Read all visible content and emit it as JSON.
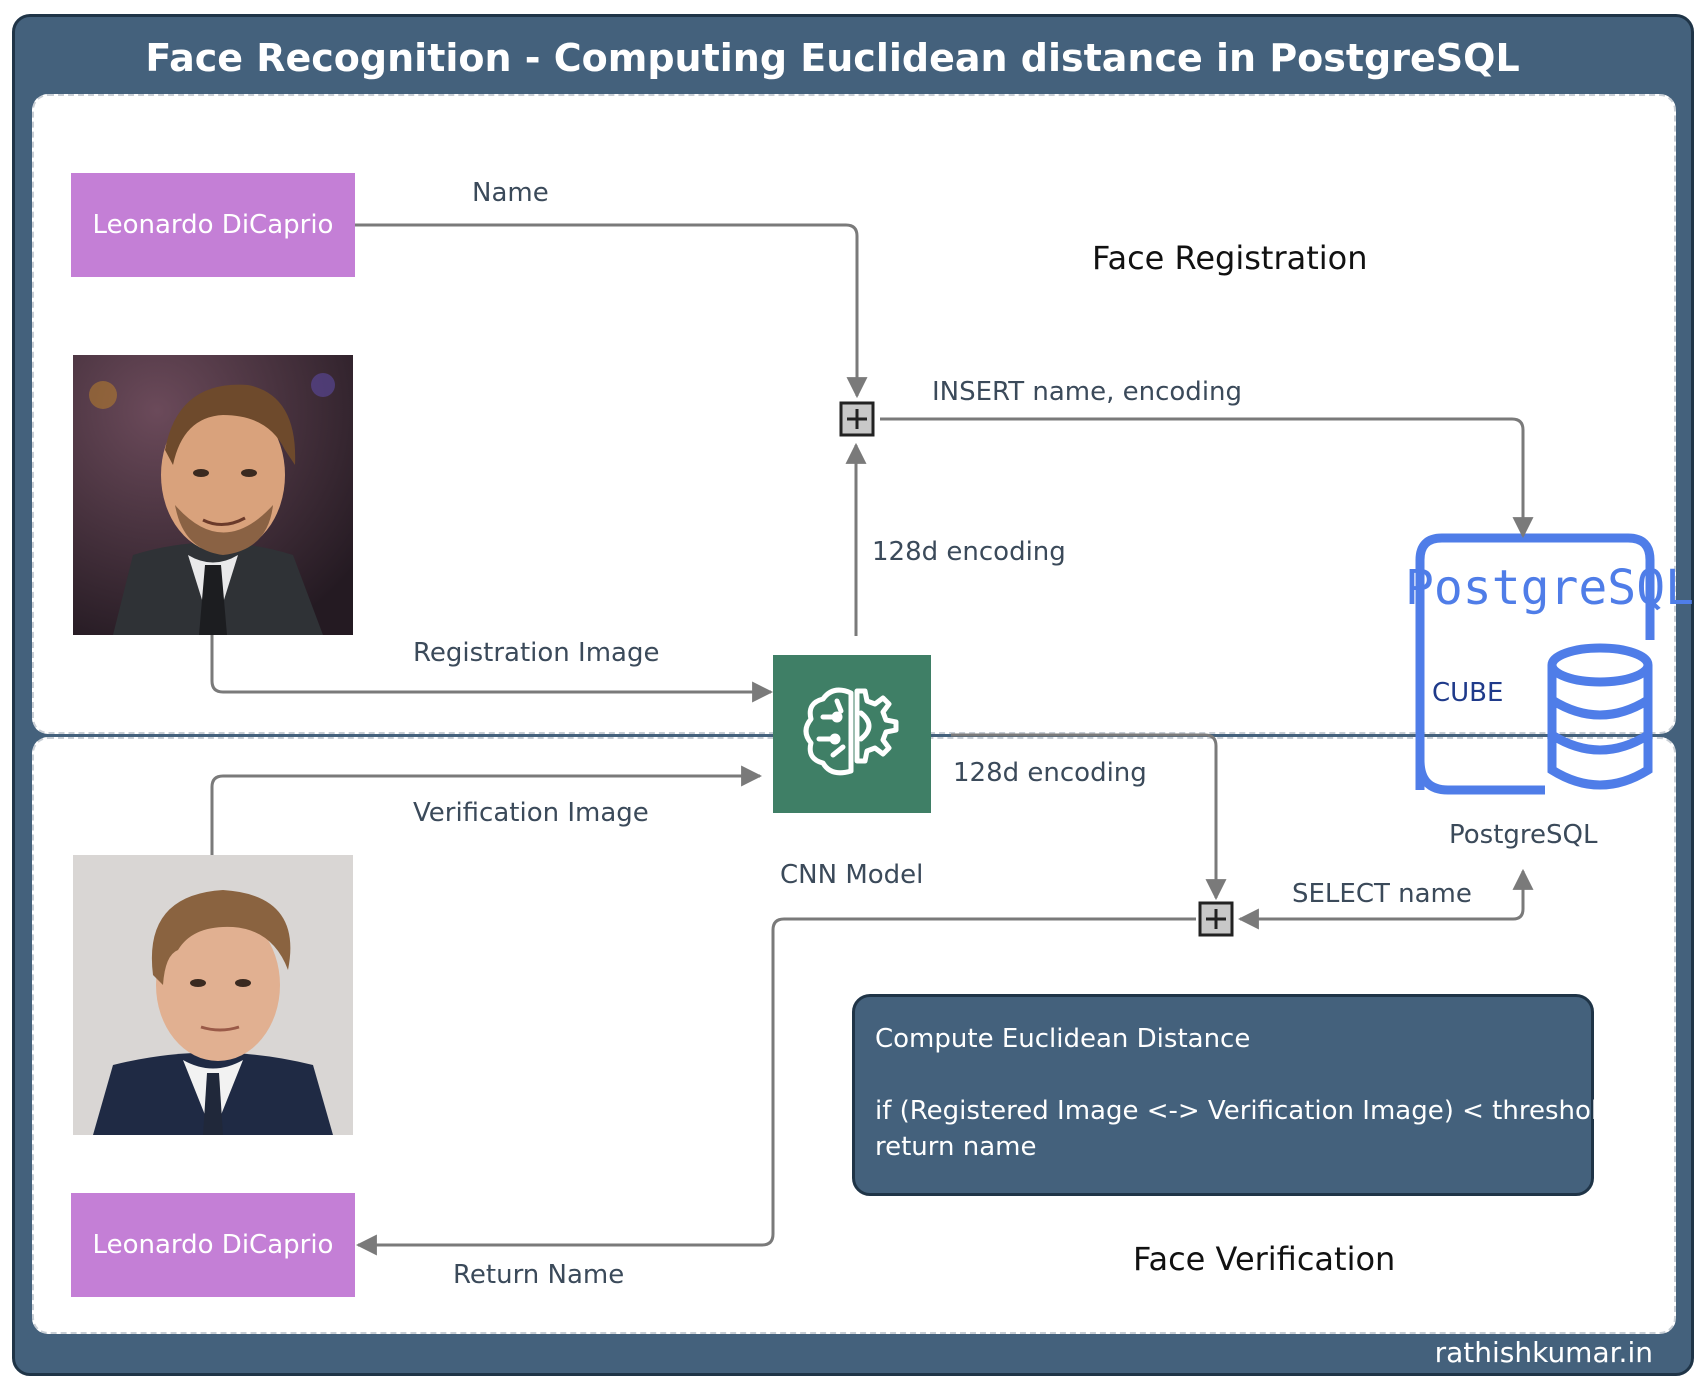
{
  "title": "Face Recognition - Computing Euclidean distance in PostgreSQL",
  "registration": {
    "section_title": "Face Registration",
    "name_box": "Leonardo DiCaprio",
    "name_label": "Name",
    "image_label": "Registration Image",
    "insert_label": "INSERT name, encoding",
    "encoding_label": "128d encoding"
  },
  "model": {
    "label": "CNN Model",
    "icon": "brain-gear-icon"
  },
  "database": {
    "logo_text": "PostgreSQL",
    "cube_label": "CUBE",
    "caption": "PostgreSQL",
    "icon": "database-icon"
  },
  "verification": {
    "section_title": "Face Verification",
    "image_label": "Verification Image",
    "encoding_label": "128d encoding",
    "select_label": "SELECT name",
    "return_label": "Return Name",
    "name_box": "Leonardo DiCaprio"
  },
  "distance_box": {
    "line1": "Compute Euclidean Distance",
    "line2": "if (Registered Image <-> Verification Image) < threshold:",
    "line3": "return name"
  },
  "footer": "rathishkumar.in",
  "colors": {
    "frame": "#44617c",
    "name_box": "#c47fd6",
    "cnn": "#3f7f66",
    "postgres": "#4f7de8",
    "connector": "#7a7a7a"
  }
}
